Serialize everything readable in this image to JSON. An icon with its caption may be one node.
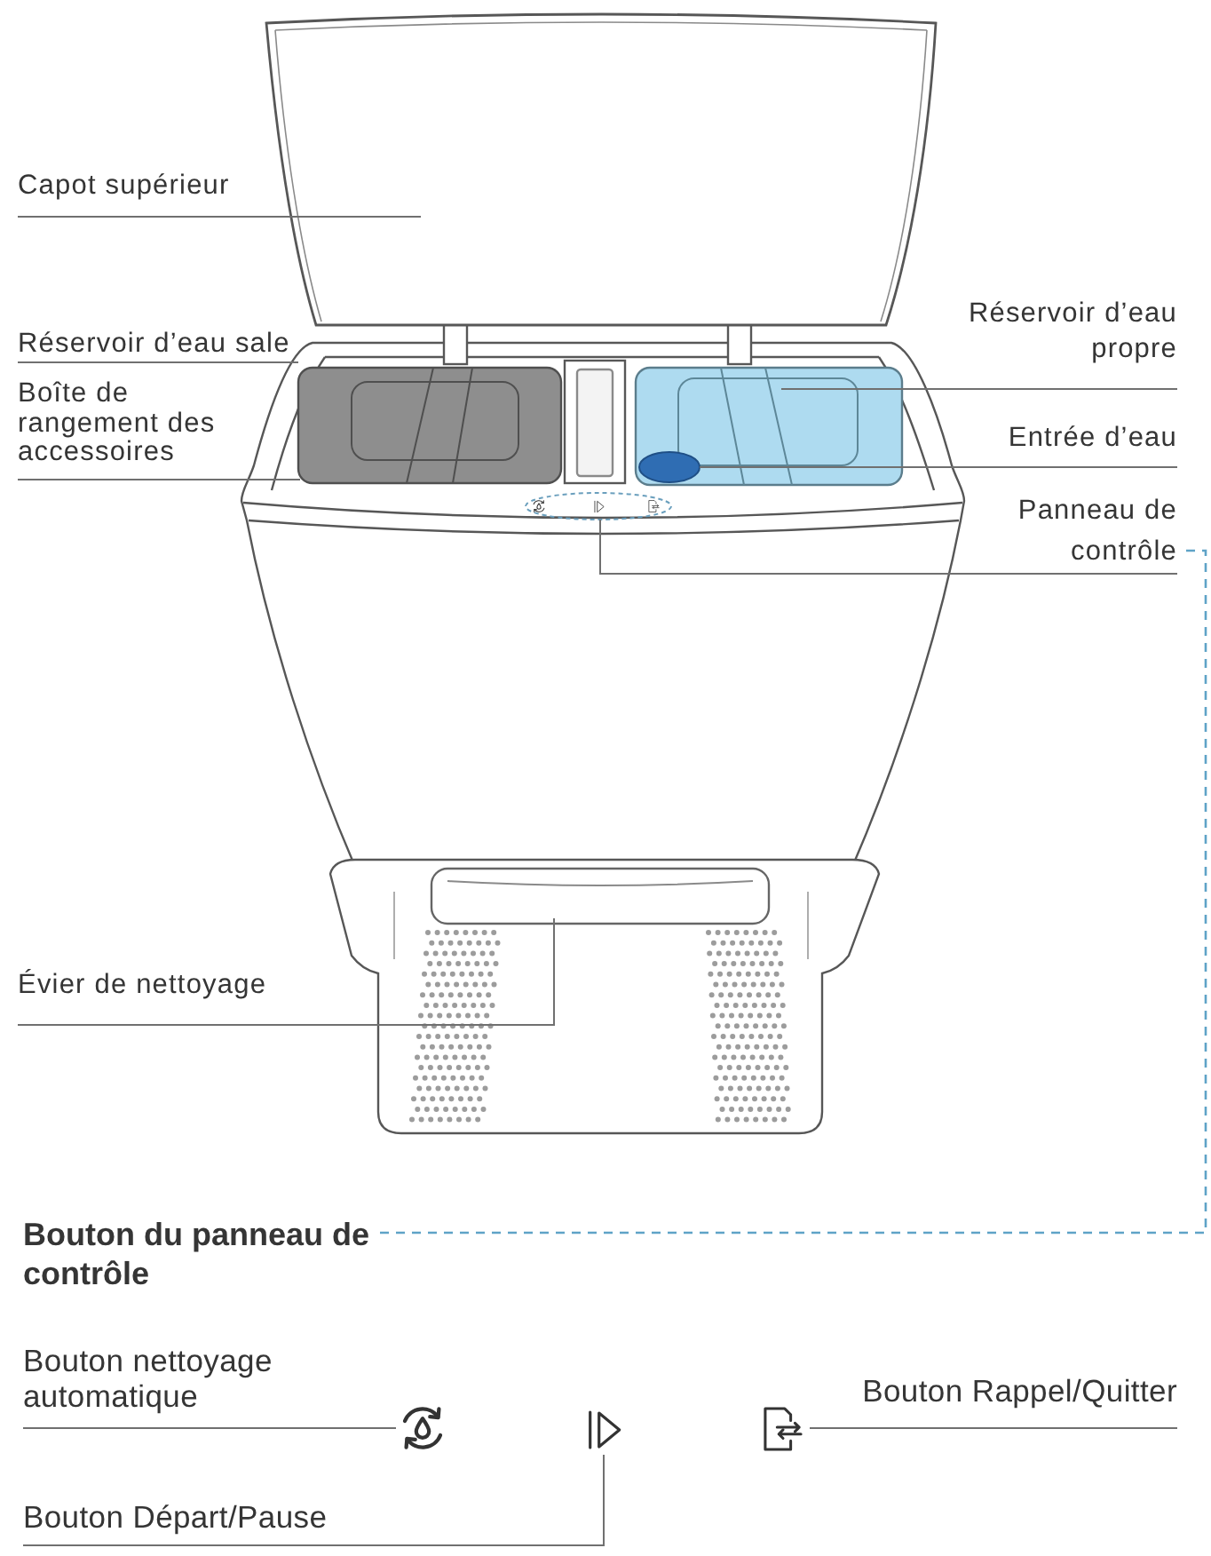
{
  "diagram": {
    "nodes": [
      {
        "text": [
          "Capot supérieur"
        ]
      },
      {
        "text": [
          "Réservoir d’eau sale"
        ]
      },
      {
        "text": [
          "Boîte de rangement des accessoires"
        ]
      },
      {
        "text": [
          "Réservoir d’eau propre"
        ]
      },
      {
        "text": [
          "Entrée d’eau"
        ]
      },
      {
        "text": [
          "Panneau de contrôle"
        ]
      },
      {
        "text": [
          "Évier de nettoyage"
        ]
      },
      {
        "text": [
          "Bouton du panneau de contrôle"
        ]
      },
      {
        "text": [
          "Bouton nettoyage automatique"
        ]
      },
      {
        "text": [
          "Bouton Rappel/Quitter"
        ]
      },
      {
        "text": [
          "Bouton Départ/Pause"
        ]
      },
      {
        "text": [],
        "shape": "box"
      },
      {
        "text": [],
        "shape": "box"
      },
      {
        "text": [],
        "shape": "box"
      },
      {
        "text": [],
        "shape": "circle",
        "in": 13
      },
      {
        "text": [],
        "shape": "ellipse"
      },
      {
        "text": [],
        "shape": "box"
      },
      {
        "text": [],
        "shape": "icon"
      },
      {
        "text": [],
        "shape": "icon"
      },
      {
        "text": [],
        "shape": "icon"
      }
    ],
    "edges": [
      {
        "from": 0,
        "to": 11,
        "arrow": "none"
      },
      {
        "from": 1,
        "to": null,
        "arrow": "none"
      },
      {
        "from": 2,
        "to": 12,
        "arrow": "none"
      },
      {
        "from": 3,
        "to": 13,
        "arrow": "none"
      },
      {
        "from": 4,
        "to": 14,
        "arrow": "none"
      },
      {
        "from": 5,
        "to": 15,
        "arrow": "none"
      },
      {
        "from": 5,
        "to": 7,
        "arrow": "none",
        "style": "dashed",
        "color": "#5fa3c7"
      },
      {
        "from": 6,
        "to": 16,
        "arrow": "none"
      },
      {
        "from": 8,
        "to": 17,
        "arrow": "none"
      },
      {
        "from": 9,
        "to": 19,
        "arrow": "none"
      },
      {
        "from": 10,
        "to": 18,
        "arrow": "none"
      }
    ]
  }
}
